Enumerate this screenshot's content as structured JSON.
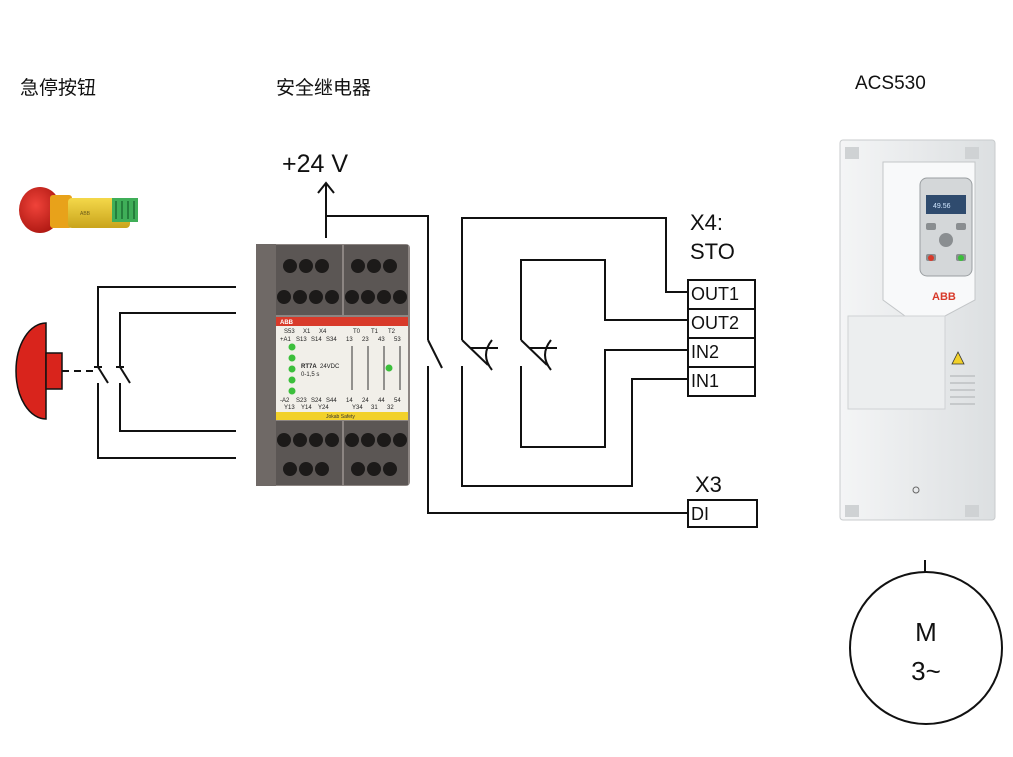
{
  "labels": {
    "estop": "急停按钮",
    "relay": "安全继电器",
    "drive": "ACS530",
    "supply": "+24 V",
    "x4": "X4:",
    "sto": "STO",
    "x3": "X3",
    "motor_m": "M",
    "motor_phase": "3~"
  },
  "terminals": {
    "out1": "OUT1",
    "out2": "OUT2",
    "in2": "IN2",
    "in1": "IN1",
    "di": "DI"
  },
  "relay_device": {
    "brand": "ABB",
    "model": "RT7A",
    "voltage": "24VDC",
    "delay": "0-1,5 s",
    "footer": "Jokab Safety",
    "top_terminals": [
      "S53",
      "X1",
      "X4",
      "T0",
      "T1",
      "T2"
    ],
    "row2": [
      "+A1",
      "S13",
      "S14",
      "S34",
      "13",
      "23",
      "43",
      "53"
    ],
    "bottom_terminals": [
      "-A2",
      "S23",
      "S24",
      "S44",
      "14",
      "24",
      "44",
      "54"
    ],
    "bottom_row2": [
      "Y13",
      "Y14",
      "Y24",
      "Y34",
      "31",
      "32"
    ]
  },
  "drive_device": {
    "brand": "ABB",
    "display": "49.56"
  },
  "colors": {
    "wire": "#111111",
    "relay_body": "#8c8582",
    "relay_red": "#d83a2a",
    "relay_yellow": "#f2d12a",
    "estop_red": "#d9241c",
    "drive_body": "#e9ebec"
  }
}
